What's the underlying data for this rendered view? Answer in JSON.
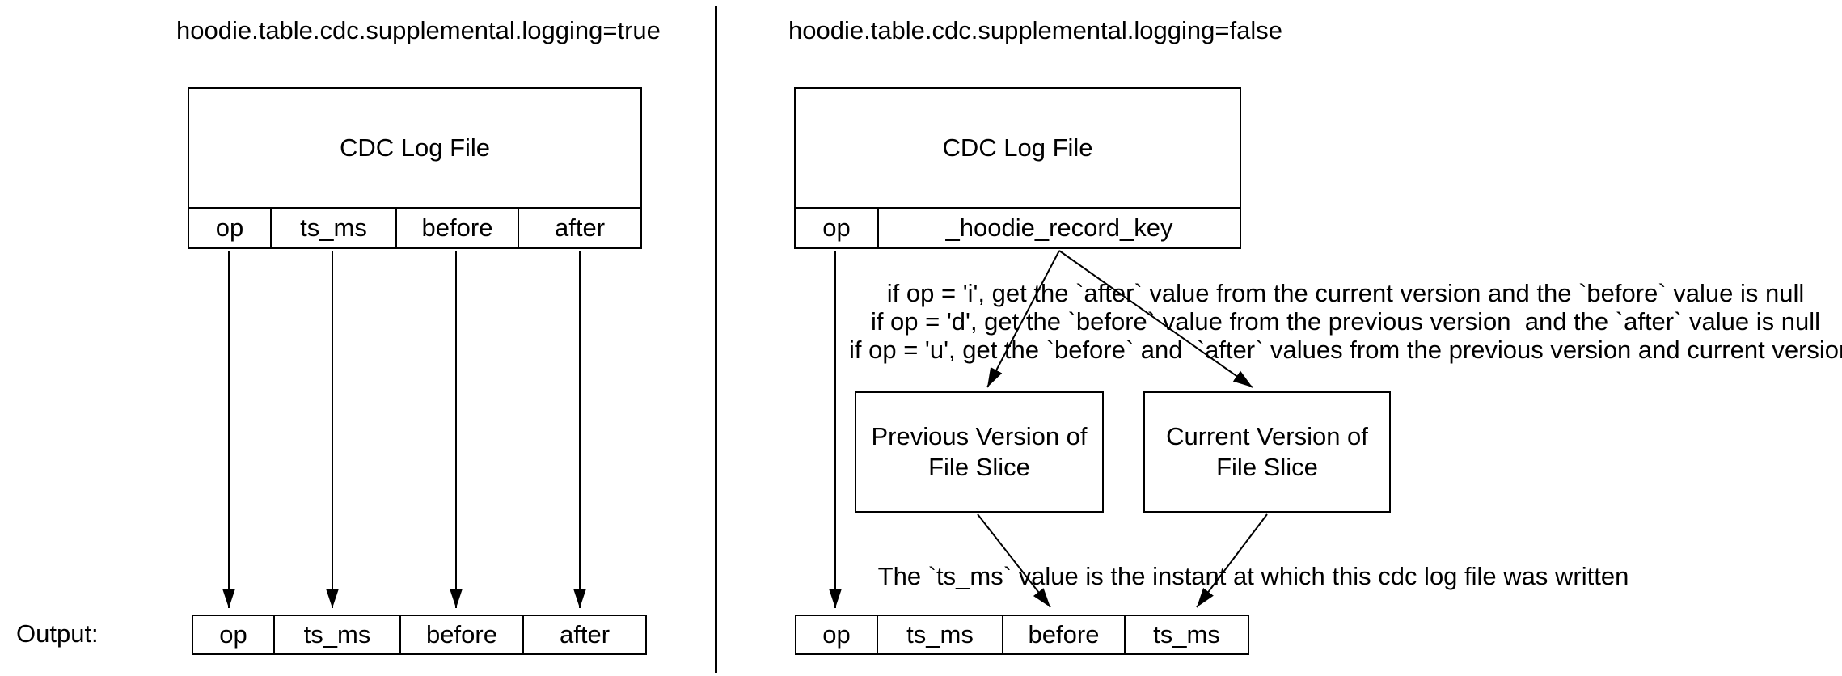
{
  "colors": {
    "background": "#ffffff",
    "line": "#000000",
    "text": "#000000"
  },
  "left_panel": {
    "title": "hoodie.table.cdc.supplemental.logging=true",
    "cdc_box": {
      "title": "CDC Log File",
      "columns": [
        "op",
        "ts_ms",
        "before",
        "after"
      ]
    },
    "output_label": "Output:",
    "output_row": [
      "op",
      "ts_ms",
      "before",
      "after"
    ]
  },
  "right_panel": {
    "title": "hoodie.table.cdc.supplemental.logging=false",
    "cdc_box": {
      "title": "CDC Log File",
      "columns": [
        "op",
        "_hoodie_record_key"
      ]
    },
    "conditions": [
      "if op = 'i', get the `after` value from the current version and the `before` value is null",
      "if op = 'd', get the `before` value from the previous version  and the `after` value is null",
      "if op = 'u', get the `before` and  `after` values from the previous version and current version"
    ],
    "previous_version_box": {
      "line1": "Previous Version of",
      "line2": "File Slice"
    },
    "current_version_box": {
      "line1": "Current Version of",
      "line2": "File Slice"
    },
    "ts_note": "The `ts_ms` value is the instant at which this cdc log file was written",
    "output_row": [
      "op",
      "ts_ms",
      "before",
      "ts_ms"
    ]
  }
}
